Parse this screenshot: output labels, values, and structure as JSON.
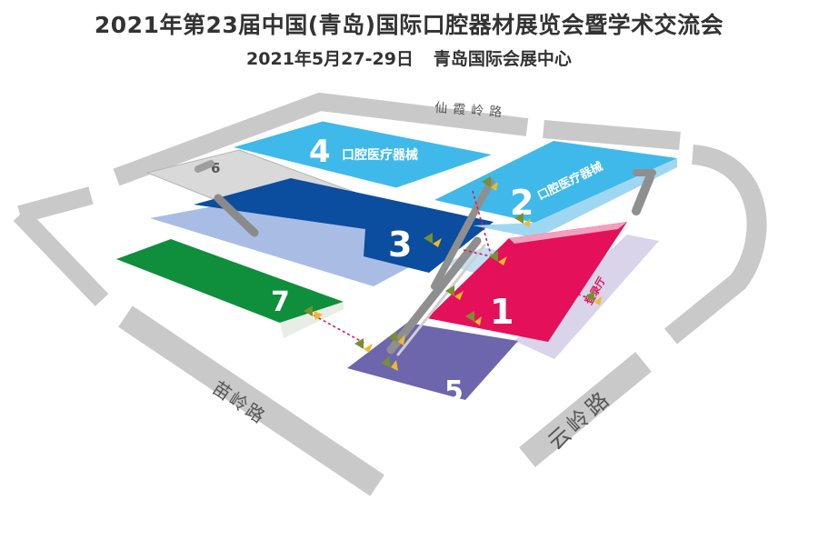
{
  "header": {
    "title": "2021年第23届中国(青岛)国际口腔器材展览会暨学术交流会",
    "date": "2021年5月27-29日",
    "venue": "青岛国际会展中心"
  },
  "roads": {
    "north": "仙霞岭路",
    "west": "苗岭路",
    "east": "云岭路"
  },
  "halls": [
    {
      "id": "hall-1",
      "number": "1",
      "label": "",
      "color": "#e4105a"
    },
    {
      "id": "hall-2",
      "number": "2",
      "label": "口腔医疗器械",
      "color": "#3fb9ea"
    },
    {
      "id": "hall-3",
      "number": "3",
      "label": "",
      "color": "#0b4d9f"
    },
    {
      "id": "hall-4",
      "number": "4",
      "label": "口腔医疗器械",
      "color": "#3fb9ea"
    },
    {
      "id": "hall-5",
      "number": "5",
      "label": "",
      "color": "#6d66ad"
    },
    {
      "id": "hall-6",
      "number": "6",
      "label": "",
      "color": "#d9d9d9"
    },
    {
      "id": "hall-7",
      "number": "7",
      "label": "",
      "color": "#0f8e3b"
    }
  ],
  "annex": {
    "label": "登录厅",
    "color": "#e4105a"
  },
  "colors": {
    "road": "#c9c9c9",
    "entrance": "#7a8f2e",
    "walkway": "#e4105a"
  }
}
